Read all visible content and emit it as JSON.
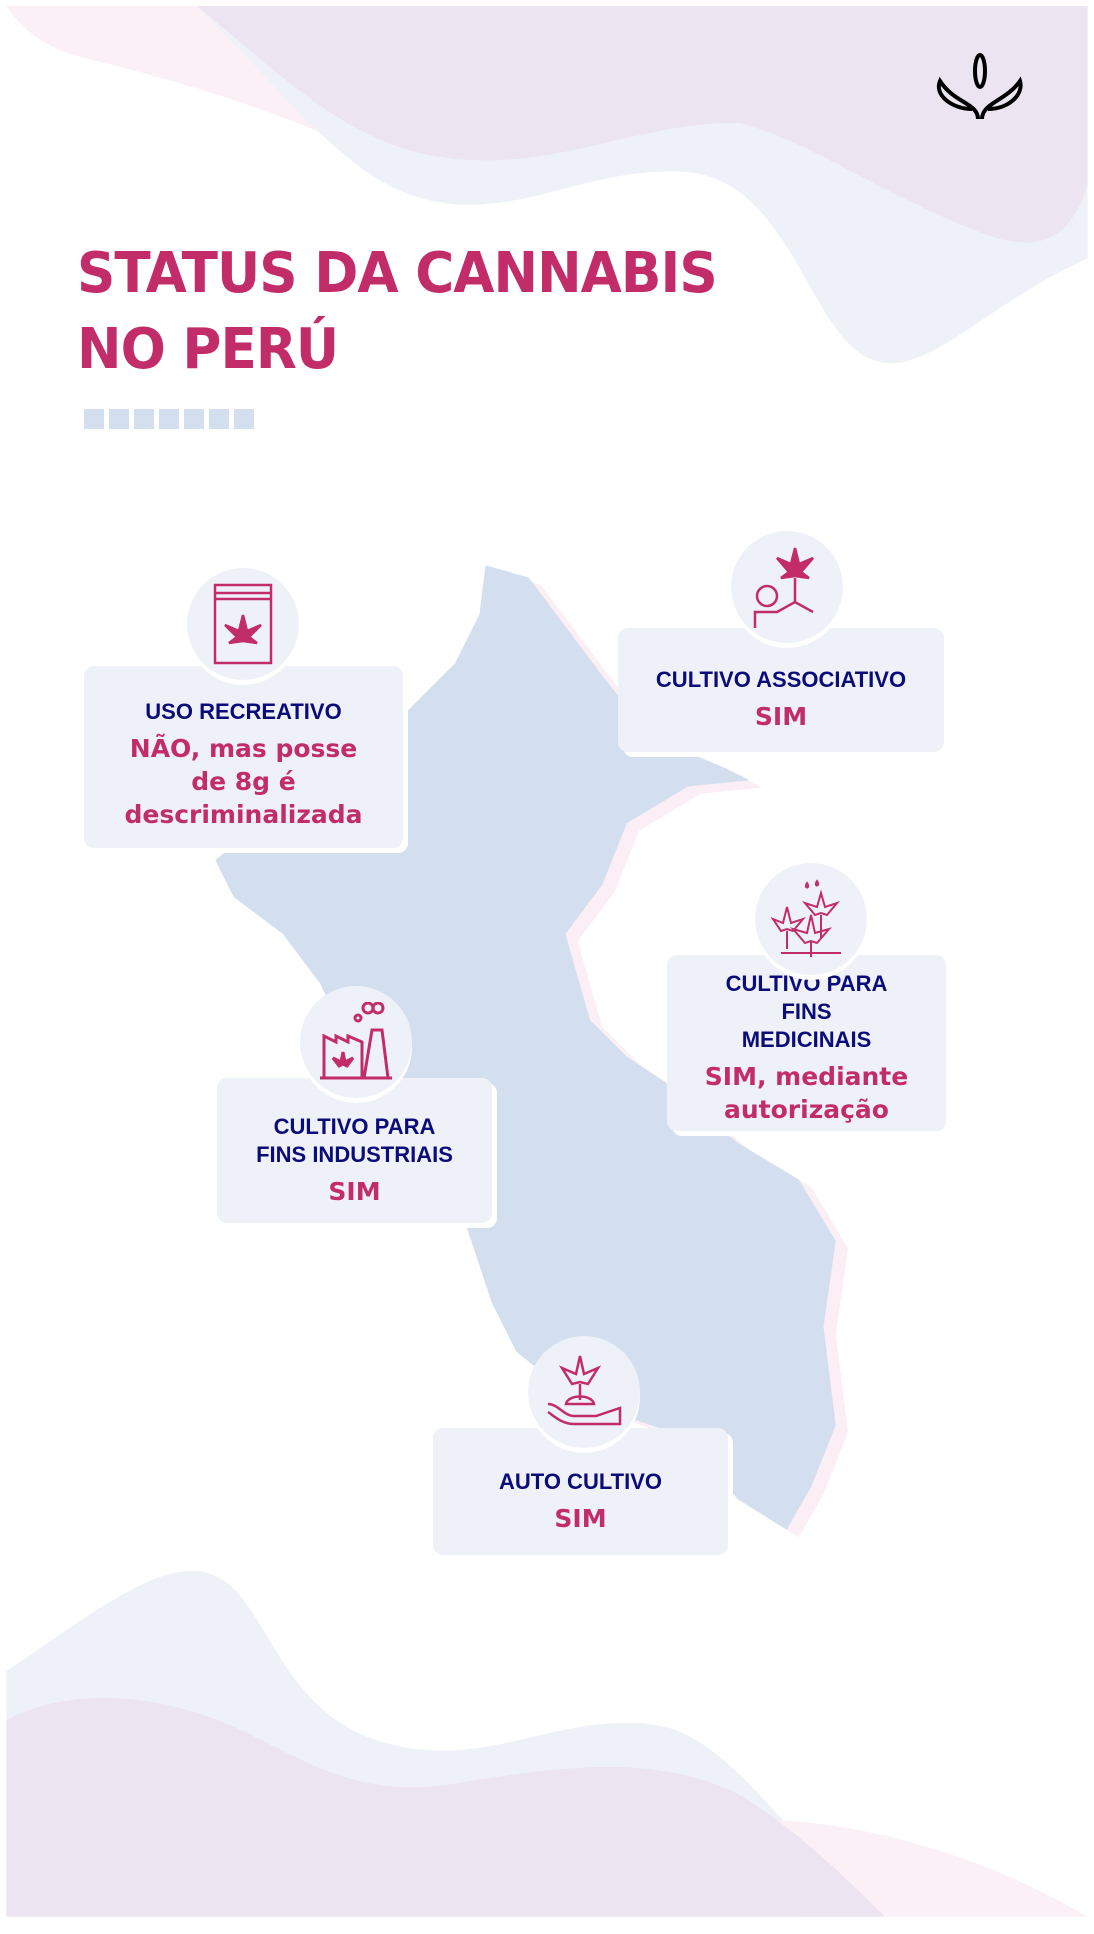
{
  "title": {
    "line1": "STATUS DA CANNABIS",
    "line2": "NO PERÚ"
  },
  "colors": {
    "accent": "#c22c69",
    "heading": "#0b0b7a",
    "card": "#eef2f8",
    "map": "#d3dfee"
  },
  "cards": [
    {
      "heading": "USO RECREATIVO",
      "value": "NÃO, mas posse de 8g é descriminalizada",
      "icon": "cannabis-bag-icon"
    },
    {
      "heading": "CULTIVO ASSOCIATIVO",
      "value": "SIM",
      "icon": "person-plant-icon"
    },
    {
      "heading": "CULTIVO PARA FINS MEDICINAIS",
      "value": "SIM, mediante autorização",
      "icon": "medicinal-plants-icon"
    },
    {
      "heading": "CULTIVO PARA FINS INDUSTRIAIS",
      "value": "SIM",
      "icon": "factory-icon"
    },
    {
      "heading": "AUTO CULTIVO",
      "value": "SIM",
      "icon": "hand-plant-icon"
    }
  ]
}
